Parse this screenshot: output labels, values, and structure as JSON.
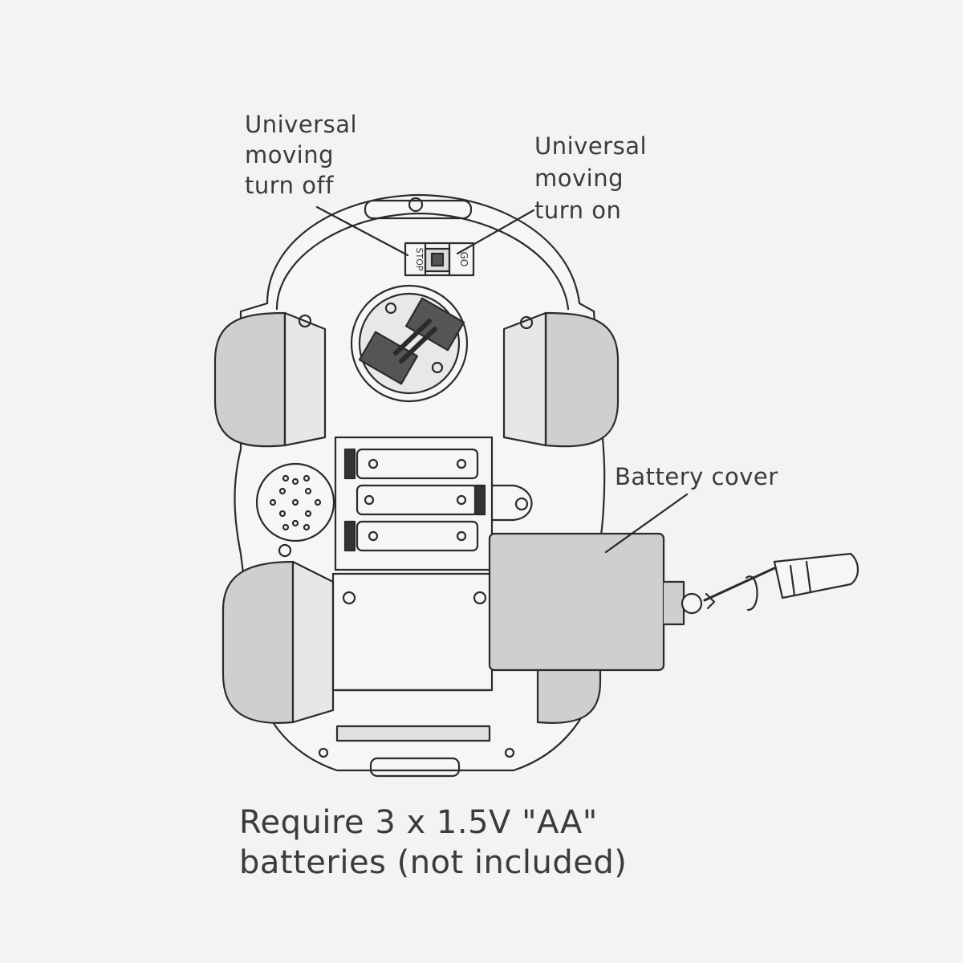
{
  "labels": {
    "universal_off": "Universal\nmoving\nturn off",
    "universal_on": "Universal\nmoving\nturn on",
    "battery_cover": "Battery cover",
    "switch_stop": "STOP",
    "switch_go": "GO"
  },
  "caption": "Require 3 x 1.5V \"AA\"\nbatteries (not included)",
  "colors": {
    "background": "#f3f3f1",
    "line": "#2b2b2b",
    "fill_gray": "#cfcfcf",
    "fill_light": "#f6f6f6"
  }
}
